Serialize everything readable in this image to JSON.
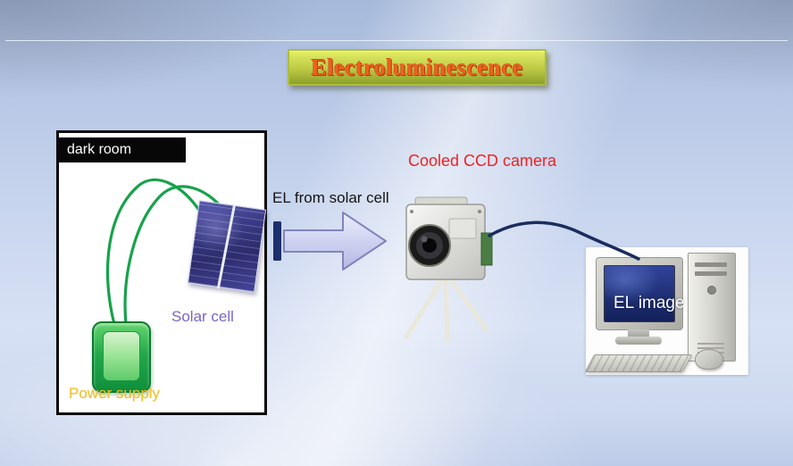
{
  "header": {
    "title": "Electroluminescence"
  },
  "dark_room": {
    "label": "dark room",
    "solar_cell_label": "Solar cell",
    "power_supply_label": "Power supply"
  },
  "beam": {
    "label": "EL from solar cell"
  },
  "camera": {
    "label": "Cooled CCD camera"
  },
  "computer": {
    "screen_label": "EL image"
  },
  "colors": {
    "title_text": "#f0601e",
    "banner_top": "#e4ee66",
    "banner_bottom": "#8d9f2c",
    "ccd_label": "#ee2222",
    "solar_cell_label": "#7a66c4",
    "power_supply_label": "#eec52e",
    "wire_green": "#17a24b",
    "cable_navy": "#1b2c5e",
    "arrow_fill_light": "#eceefb",
    "arrow_fill_dark": "#b4b8e4",
    "monitor_screen_blue": "#1e2f73",
    "background_blue": "#c8d5ee"
  }
}
